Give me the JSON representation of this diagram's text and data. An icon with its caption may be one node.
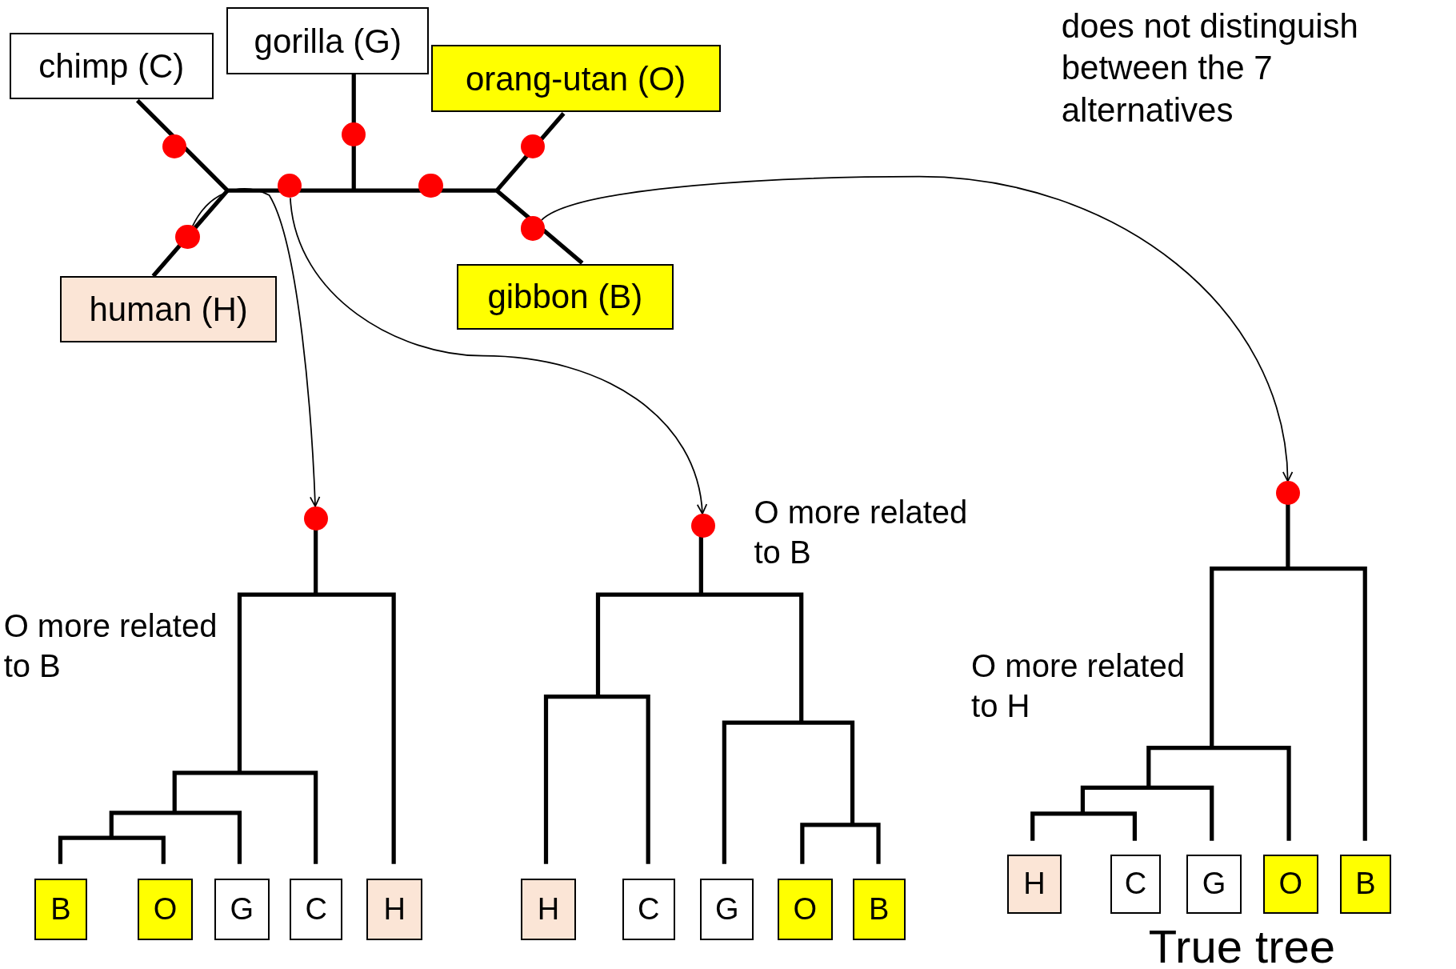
{
  "diagram": {
    "nodes": [
      {
        "text": [
          "chimp (C)"
        ]
      },
      {
        "text": [
          "gorilla (G)"
        ]
      },
      {
        "text": [
          "orang-utan (O)"
        ]
      },
      {
        "text": [],
        "shape": "circle"
      },
      {
        "text": [],
        "shape": "circle"
      },
      {
        "text": [],
        "shape": "circle"
      },
      {
        "text": [],
        "shape": "circle"
      },
      {
        "text": [],
        "shape": "circle"
      },
      {
        "text": [],
        "shape": "circle"
      },
      {
        "text": [],
        "shape": "circle"
      },
      {
        "text": [
          "gibbon (B)"
        ]
      },
      {
        "text": [
          "human (H)"
        ]
      },
      {
        "text": [],
        "shape": "circle"
      },
      {
        "text": [],
        "shape": "circle"
      },
      {
        "text": [],
        "shape": "circle"
      },
      {
        "text": [
          "B"
        ]
      },
      {
        "text": [
          "O"
        ]
      },
      {
        "text": [
          "G"
        ]
      },
      {
        "text": [
          "C"
        ]
      },
      {
        "text": [
          "H"
        ]
      },
      {
        "text": [
          "H"
        ]
      },
      {
        "text": [
          "C"
        ]
      },
      {
        "text": [
          "G"
        ]
      },
      {
        "text": [
          "O"
        ]
      },
      {
        "text": [
          "B"
        ]
      },
      {
        "text": [
          "H"
        ]
      },
      {
        "text": [
          "C"
        ]
      },
      {
        "text": [
          "G"
        ]
      },
      {
        "text": [
          "O"
        ]
      },
      {
        "text": [
          "B"
        ]
      }
    ],
    "edges": [
      {
        "from": 9,
        "to": 12,
        "arrow": "to"
      },
      {
        "from": 6,
        "to": 13,
        "arrow": "to"
      },
      {
        "from": 8,
        "to": 14,
        "arrow": "to"
      }
    ],
    "labels": [
      "does not distinguish between the 7 alternatives",
      "O more related to B",
      "O more related to B",
      "O more related to H",
      "True tree"
    ]
  }
}
